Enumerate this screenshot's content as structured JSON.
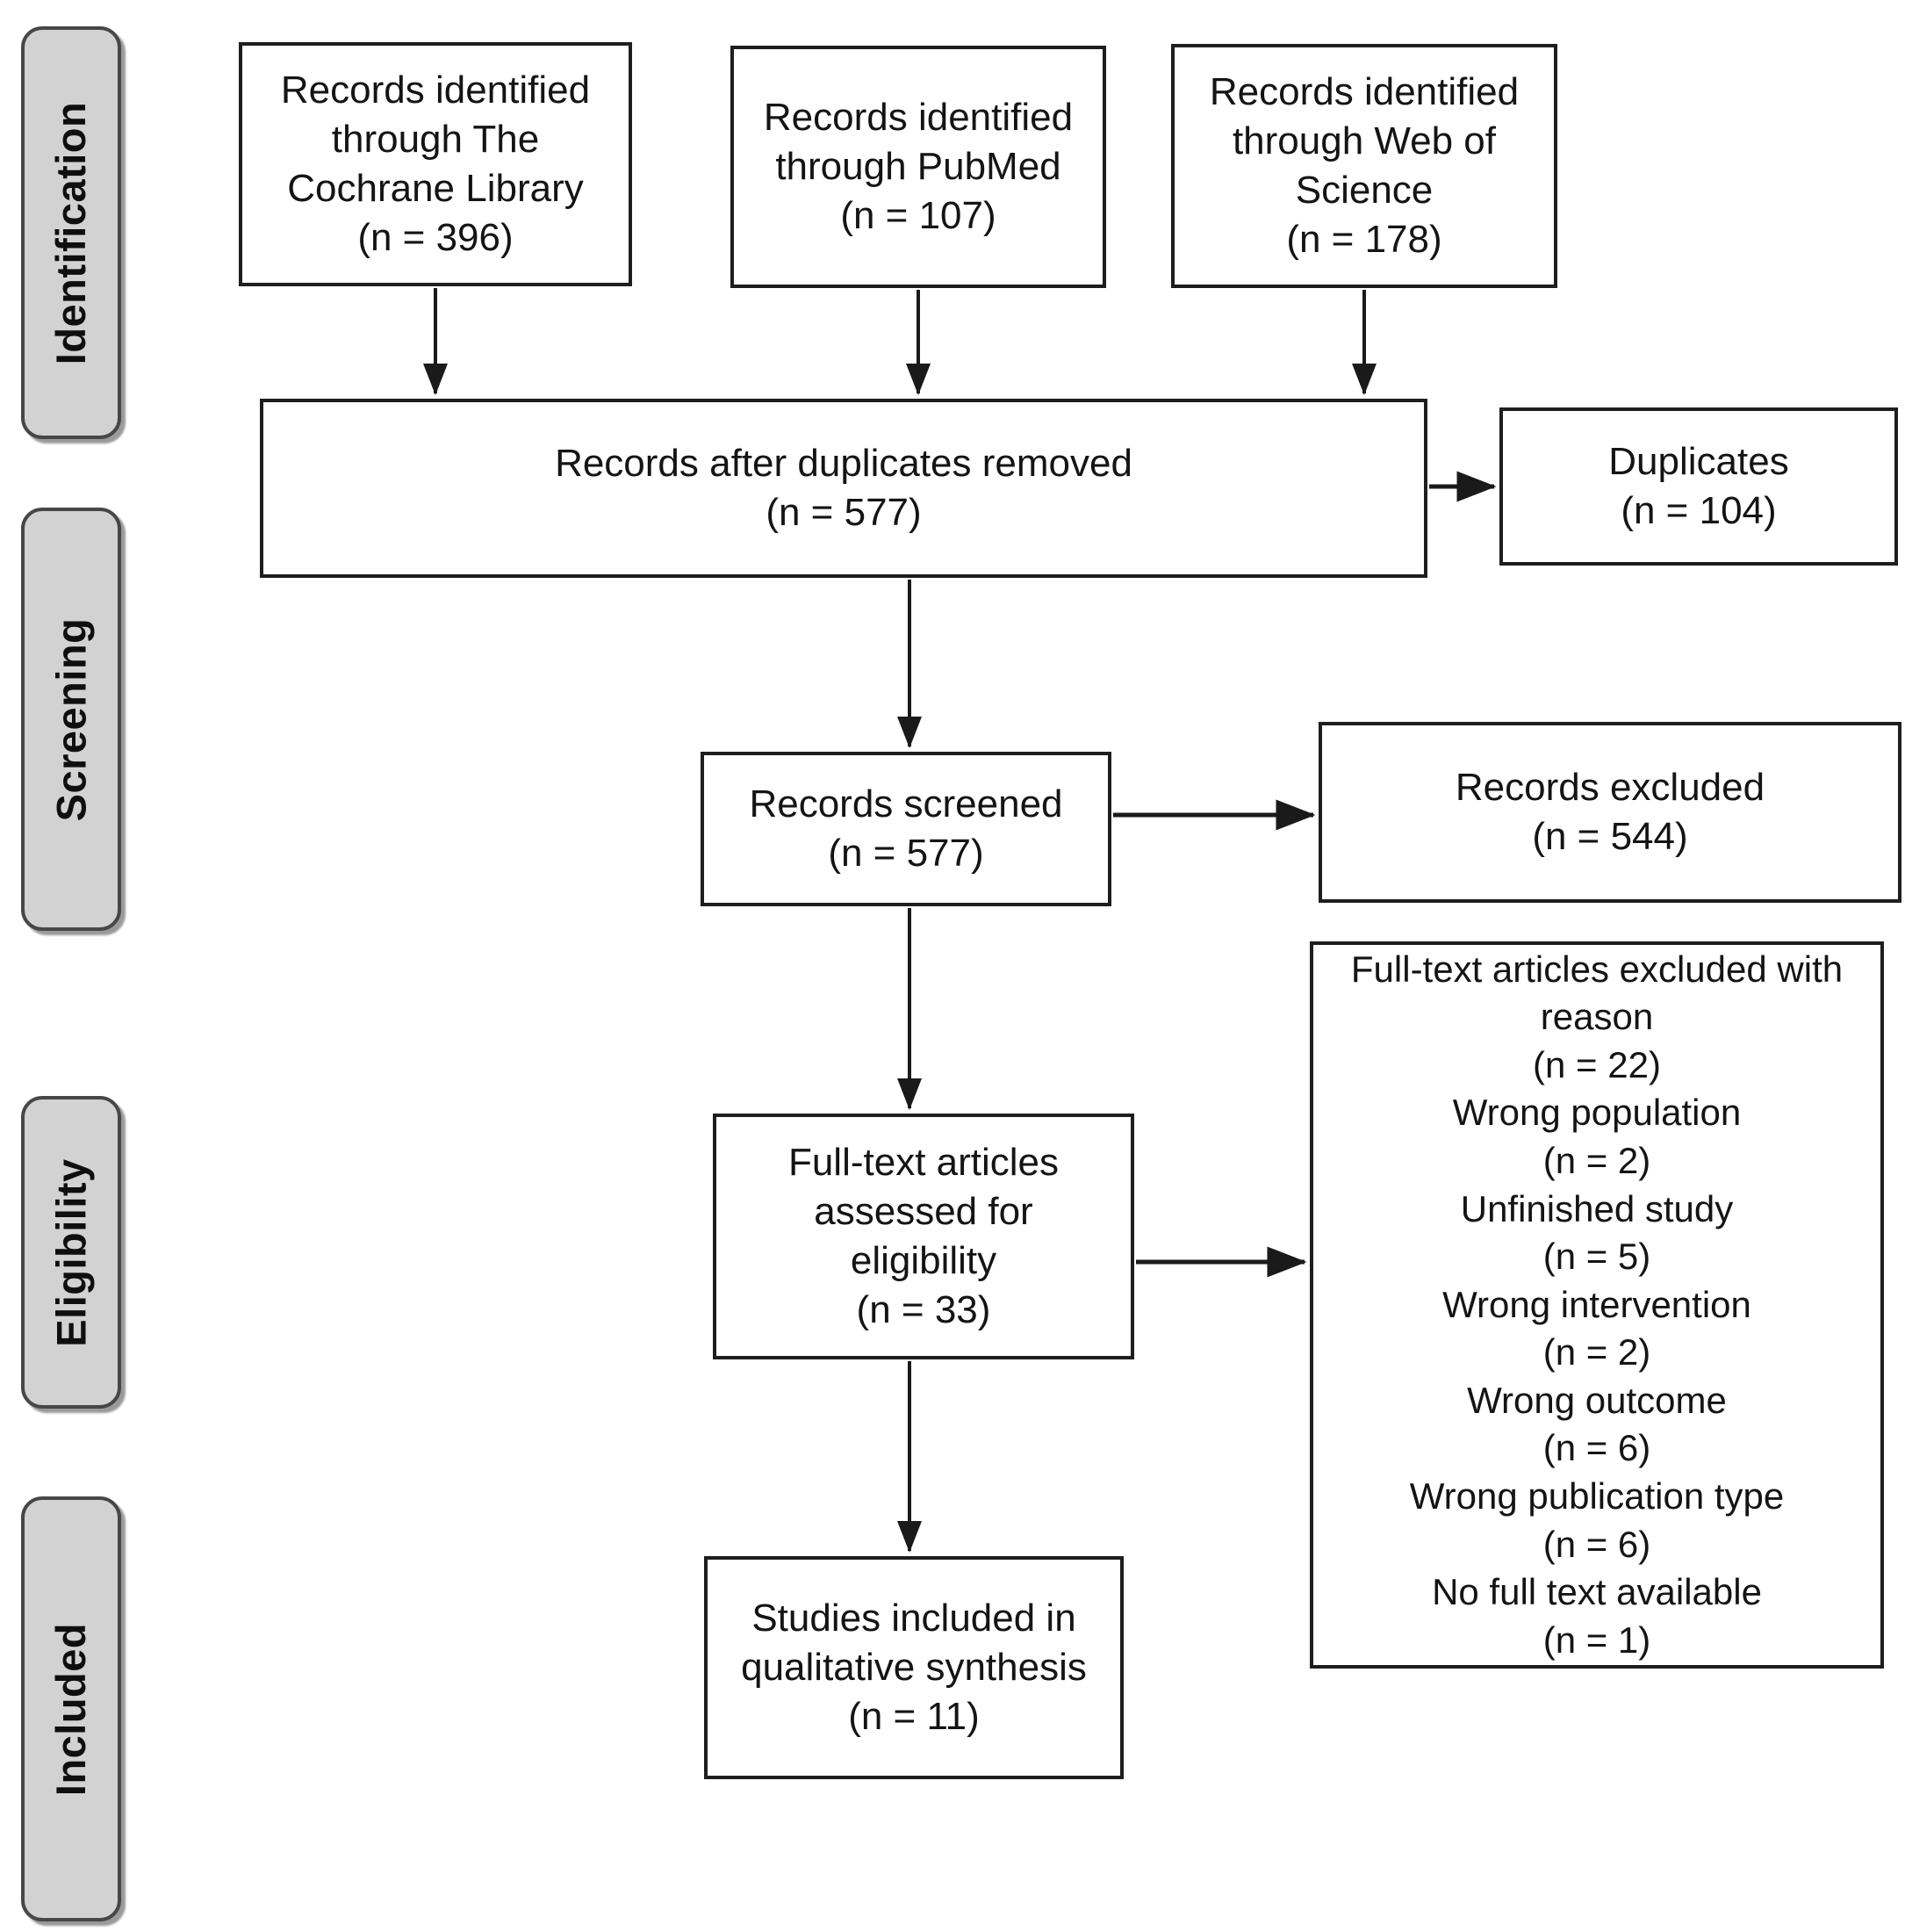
{
  "stages": {
    "identification": "Identification",
    "screening": "Screening",
    "eligibility": "Eligibility",
    "included": "Included"
  },
  "boxes": {
    "cochrane": "Records identified\nthrough The\nCochrane Library\n(n = 396)",
    "pubmed": "Records identified\nthrough PubMed\n(n = 107)",
    "web_of_science": "Records identified\nthrough Web of\nScience\n(n = 178)",
    "after_duplicates": "Records after duplicates removed\n(n = 577)",
    "duplicates": "Duplicates\n(n = 104)",
    "screened": "Records screened\n(n = 577)",
    "records_excluded": "Records excluded\n(n = 544)",
    "fulltext_assessed": "Full-text articles\nassessed for\neligibility\n(n = 33)",
    "fulltext_excluded": "Full-text articles excluded with\nreason\n(n = 22)\nWrong population\n(n = 2)\nUnfinished study\n(n = 5)\nWrong intervention\n(n = 2)\nWrong outcome\n(n = 6)\nWrong publication type\n(n = 6)\nNo full text available\n(n = 1)",
    "studies_included": "Studies included in\nqualitative synthesis\n(n = 11)"
  },
  "colors": {
    "background": "#ffffff",
    "box_border": "#1e1e1e",
    "stage_fill": "#d2d2d2",
    "stage_border": "#474747",
    "arrow": "#1a1a1a",
    "text": "#141414"
  }
}
